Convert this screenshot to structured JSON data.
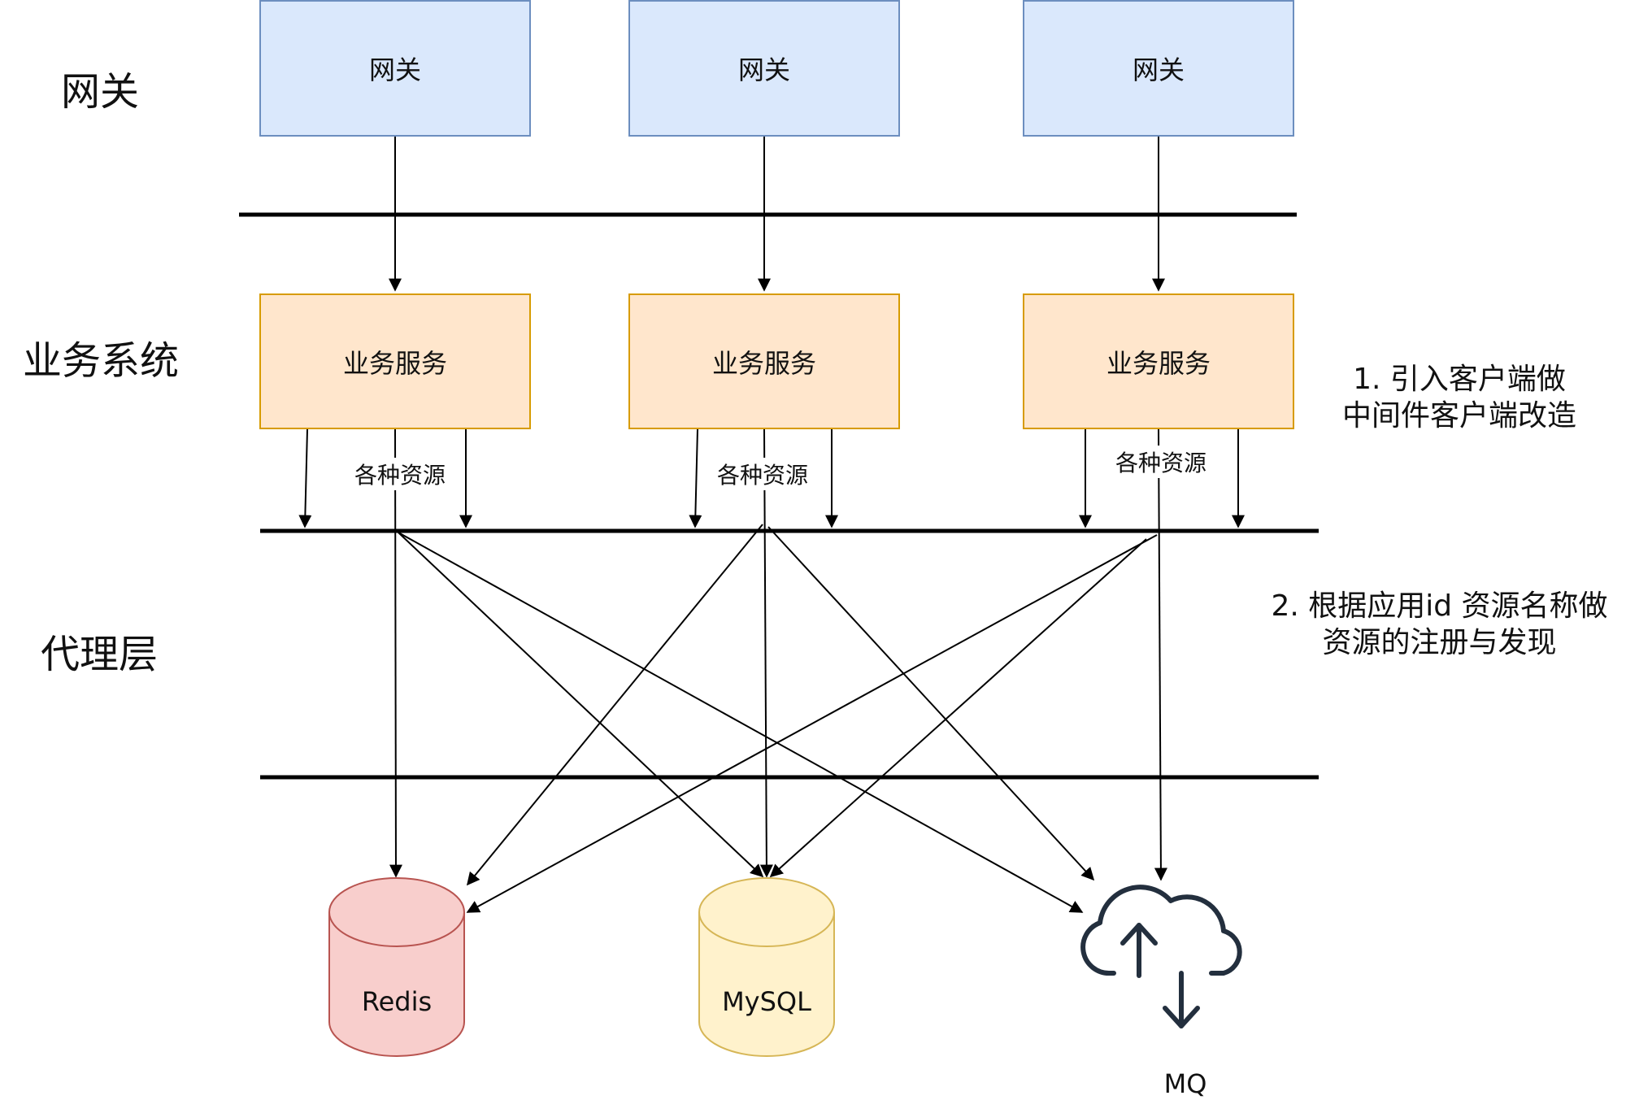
{
  "layers": {
    "gateway": "网关",
    "business": "业务系统",
    "proxy": "代理层"
  },
  "gateway_boxes": [
    "网关",
    "网关",
    "网关"
  ],
  "service_boxes": [
    "业务服务",
    "业务服务",
    "业务服务"
  ],
  "resource_label": "各种资源",
  "notes": {
    "note1_line1": "1. 引入客户端做",
    "note1_line2": "中间件客户端改造",
    "note2_line1": "2. 根据应用id 资源名称做",
    "note2_line2": "资源的注册与发现"
  },
  "stores": {
    "redis": "Redis",
    "mysql": "MySQL",
    "mq": "MQ"
  },
  "colors": {
    "gateway_fill": "#dae8fc",
    "gateway_stroke": "#6c8ebf",
    "service_fill": "#ffe6cc",
    "service_stroke": "#d79b00",
    "redis_fill": "#f8cecc",
    "redis_stroke": "#b85450",
    "mysql_fill": "#fff2cc",
    "mysql_stroke": "#d6b656",
    "mq_icon": "#232f3e"
  }
}
